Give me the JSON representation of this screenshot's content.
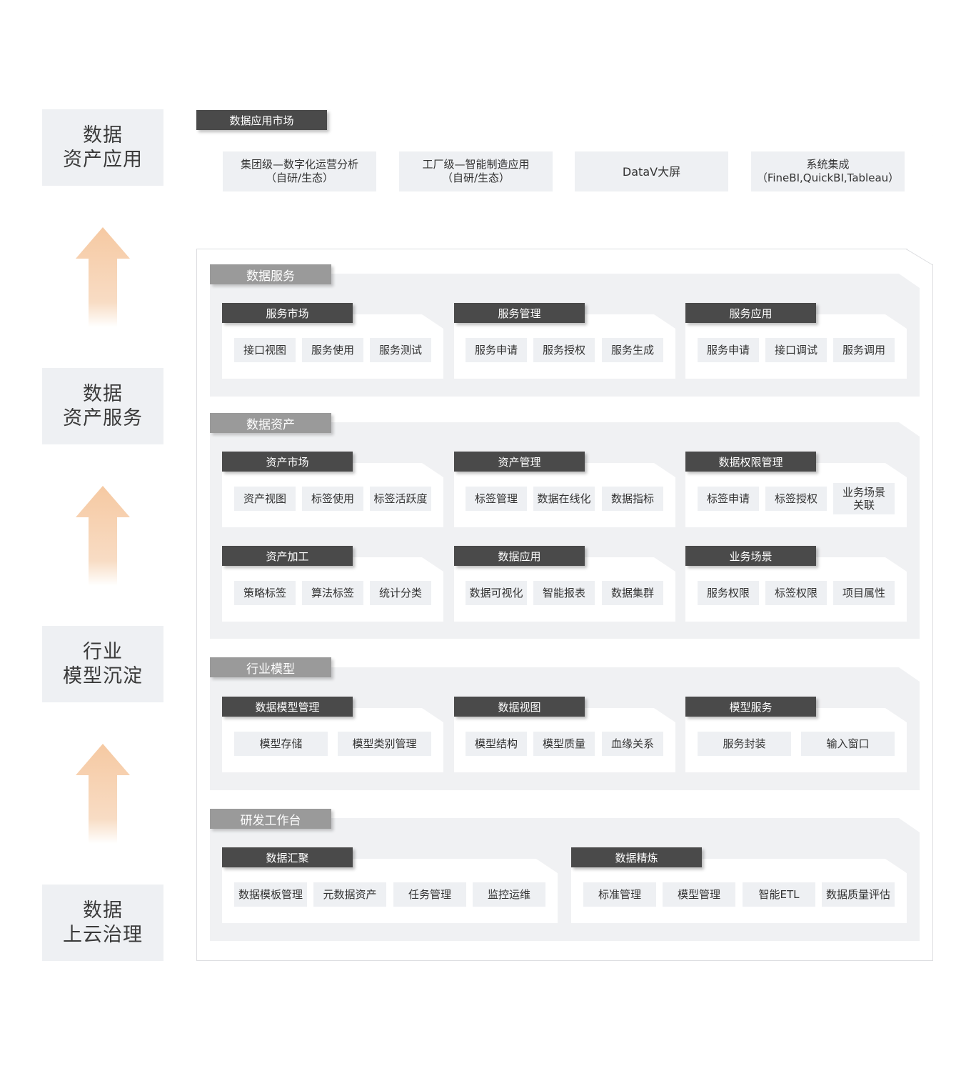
{
  "side": {
    "app": [
      "数据",
      "资产应用"
    ],
    "service": [
      "数据",
      "资产服务"
    ],
    "model": [
      "行业",
      "模型沉淀"
    ],
    "cloud": [
      "数据",
      "上云治理"
    ]
  },
  "market": {
    "title": "数据应用市场",
    "items": [
      {
        "line1": "集团级—数字化运营分析",
        "line2": "（自研/生态）"
      },
      {
        "line1": "工厂级—智能制造应用",
        "line2": "（自研/生态）"
      },
      {
        "line1": "DataV大屏",
        "line2": ""
      },
      {
        "line1": "系统集成",
        "line2": "（FineBI,QuickBI,Tableau）"
      }
    ]
  },
  "bands": {
    "service": {
      "title": "数据服务",
      "cards": [
        {
          "title": "服务市场",
          "chips": [
            "接口视图",
            "服务使用",
            "服务测试"
          ]
        },
        {
          "title": "服务管理",
          "chips": [
            "服务申请",
            "服务授权",
            "服务生成"
          ]
        },
        {
          "title": "服务应用",
          "chips": [
            "服务申请",
            "接口调试",
            "服务调用"
          ]
        }
      ]
    },
    "asset": {
      "title": "数据资产",
      "cards": [
        {
          "title": "资产市场",
          "chips": [
            "资产视图",
            "标签使用",
            "标签活跃度"
          ]
        },
        {
          "title": "资产管理",
          "chips": [
            "标签管理",
            "数据在线化",
            "数据指标"
          ]
        },
        {
          "title": "数据权限管理",
          "chips": [
            "标签申请",
            "标签授权",
            "业务场景",
            "关联"
          ]
        },
        {
          "title": "资产加工",
          "chips": [
            "策略标签",
            "算法标签",
            "统计分类"
          ]
        },
        {
          "title": "数据应用",
          "chips": [
            "数据可视化",
            "智能报表",
            "数据集群"
          ]
        },
        {
          "title": "业务场景",
          "chips": [
            "服务权限",
            "标签权限",
            "项目属性"
          ]
        }
      ]
    },
    "model": {
      "title": "行业模型",
      "cards": [
        {
          "title": "数据模型管理",
          "chips": [
            "模型存储",
            "模型类别管理"
          ]
        },
        {
          "title": "数据视图",
          "chips": [
            "模型结构",
            "模型质量",
            "血缘关系"
          ]
        },
        {
          "title": "模型服务",
          "chips": [
            "服务封装",
            "输入窗口"
          ]
        }
      ]
    },
    "dev": {
      "title": "研发工作台",
      "cards": [
        {
          "title": "数据汇聚",
          "chips": [
            "数据模板管理",
            "元数据资产",
            "任务管理",
            "监控运维"
          ]
        },
        {
          "title": "数据精炼",
          "chips": [
            "标准管理",
            "模型管理",
            "智能ETL",
            "数据质量评估"
          ]
        }
      ]
    }
  }
}
